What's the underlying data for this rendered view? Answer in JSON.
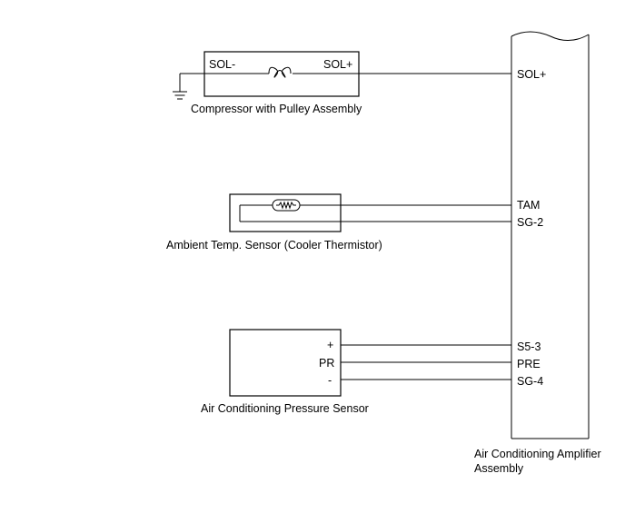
{
  "compressor": {
    "name": "Compressor with Pulley Assembly",
    "left_pin": "SOL-",
    "right_pin": "SOL+",
    "coil_icon": "solenoid-coil-icon",
    "ground_icon": "ground-icon"
  },
  "ambient_sensor": {
    "name": "Ambient Temp. Sensor (Cooler Thermistor)",
    "element_icon": "thermistor-icon"
  },
  "pressure_sensor": {
    "name": "Air Conditioning Pressure Sensor",
    "pin_plus": "+",
    "pin_pr": "PR",
    "pin_minus": "-"
  },
  "amplifier": {
    "name_line1": "Air Conditioning Amplifier",
    "name_line2": "Assembly",
    "terminals": {
      "sol_plus": "SOL+",
      "tam": "TAM",
      "sg2": "SG-2",
      "s53": "S5-3",
      "pre": "PRE",
      "sg4": "SG-4"
    }
  }
}
